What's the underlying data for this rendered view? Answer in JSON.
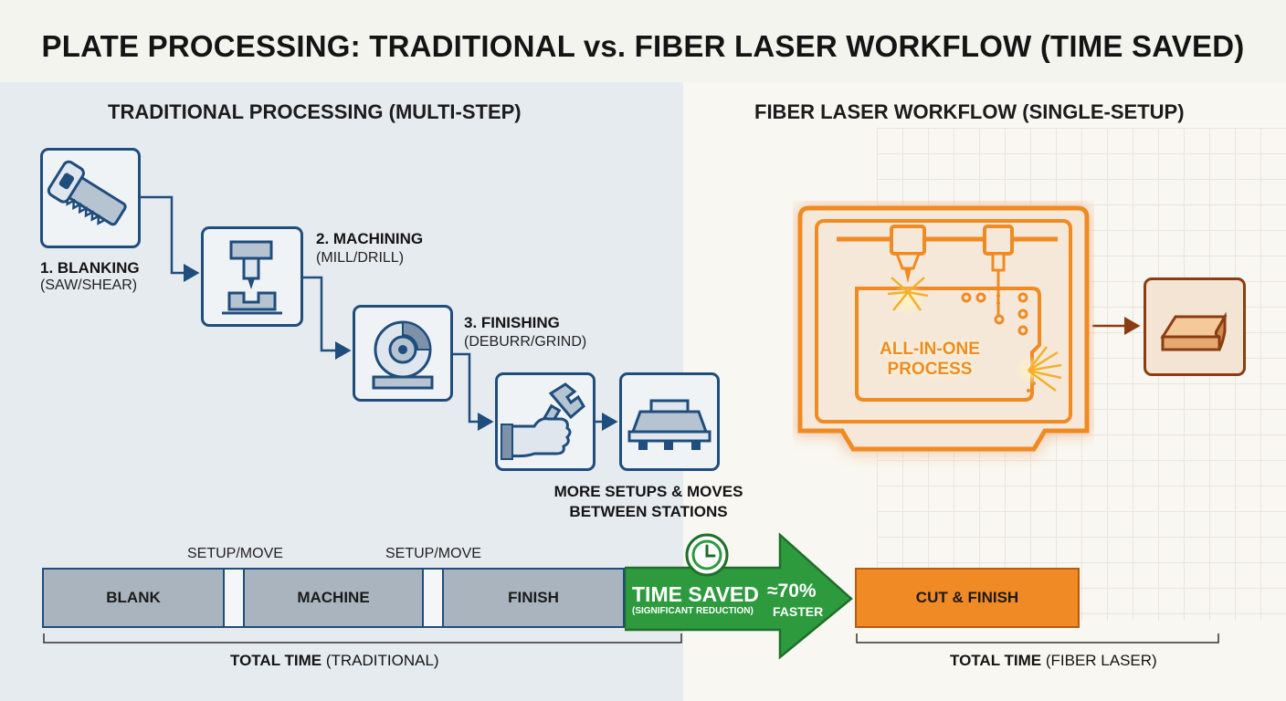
{
  "title": "PLATE PROCESSING: TRADITIONAL vs. FIBER LASER WORKFLOW (TIME SAVED)",
  "traditional": {
    "heading": "TRADITIONAL PROCESSING (MULTI-STEP)",
    "steps": [
      {
        "title": "1. BLANKING",
        "sub": "(SAW/SHEAR)",
        "icon": "saw-icon"
      },
      {
        "title": "2. MACHINING",
        "sub": "(MILL/DRILL)",
        "icon": "mill-icon"
      },
      {
        "title": "3. FINISHING",
        "sub": "(DEBURR/GRIND)",
        "icon": "grinder-icon"
      }
    ],
    "hand_icon": "hand-wrench-icon",
    "station_icon": "station-table-icon",
    "note_line1": "MORE SETUPS & MOVES",
    "note_line2": "BETWEEN STATIONS",
    "timeline": {
      "segments": [
        "BLANK",
        "MACHINE",
        "FINISH"
      ],
      "setup_labels": [
        "SETUP/MOVE",
        "SETUP/MOVE"
      ],
      "total_bold": "TOTAL TIME",
      "total_rest": " (TRADITIONAL)"
    }
  },
  "laser": {
    "heading": "FIBER LASER WORKFLOW (SINGLE-SETUP)",
    "machine_line1": "ALL-IN-ONE",
    "machine_line2": "PROCESS",
    "machine_icon": "laser-machine-icon",
    "output_icon": "finished-part-icon",
    "timeline": {
      "segment": "CUT & FINISH",
      "total_bold": "TOTAL TIME",
      "total_rest": " (FIBER LASER)"
    }
  },
  "time_saved": {
    "main": "TIME SAVED",
    "sub": "(SIGNIFICANT REDUCTION)",
    "percent": "≈70%",
    "faster": "FASTER",
    "icon": "clock-icon"
  },
  "colors": {
    "blue": "#1f4d7c",
    "orange": "#f08a24",
    "green": "#2e9a3e",
    "bar_gray": "#a9b4be"
  }
}
